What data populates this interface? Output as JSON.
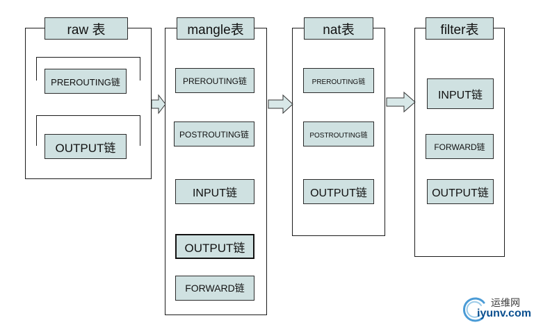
{
  "tables": [
    {
      "title": "raw 表",
      "chains": [
        "PREROUTING链",
        "OUTPUT链"
      ]
    },
    {
      "title": "mangle表",
      "chains": [
        "PREROUTING链",
        "POSTROUTING链",
        "INPUT链",
        "OUTPUT链",
        "FORWARD链"
      ]
    },
    {
      "title": "nat表",
      "chains": [
        "PREROUTING链",
        "POSTROUTING链",
        "OUTPUT链"
      ]
    },
    {
      "title": "filter表",
      "chains": [
        "INPUT链",
        "FORWARD链",
        "OUTPUT链"
      ]
    }
  ],
  "watermark": {
    "cn": "运维网",
    "en": "iyunv.com"
  },
  "colors": {
    "box_fill": "#cfe1e1",
    "arrow_fill": "#d8e8e8",
    "border": "#1a1a1a",
    "watermark_blue": "#0a4f8f"
  }
}
